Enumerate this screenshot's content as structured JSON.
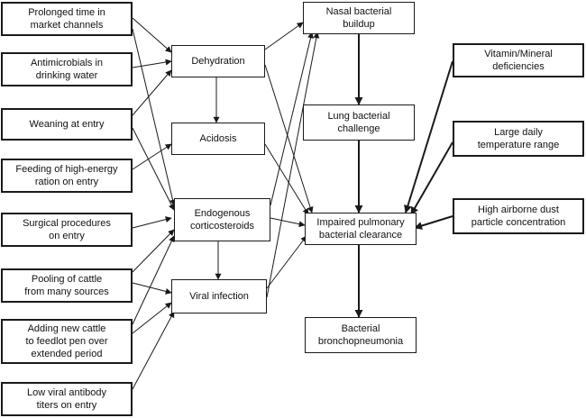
{
  "diagram": {
    "risk_factors": {
      "prolonged_time": "Prolonged time in\nmarket channels",
      "antimicrobials": "Antimicrobials in\ndrinking water",
      "weaning": "Weaning at entry",
      "high_energy_ration": "Feeding of high-energy\nration on entry",
      "surgical": "Surgical procedures\non entry",
      "pooling": "Pooling of cattle\nfrom many sources",
      "adding_cattle": "Adding new cattle\nto feedlot pen over\nextended period",
      "low_antibody": "Low viral antibody\ntiters on entry"
    },
    "intermediate": {
      "dehydration": "Dehydration",
      "acidosis": "Acidosis",
      "corticosteroids": "Endogenous\ncorticosteroids",
      "viral_infection": "Viral infection"
    },
    "central": {
      "nasal_buildup": "Nasal bacterial\nbuildup",
      "lung_challenge": "Lung bacterial\nchallenge",
      "impaired_clearance": "Impaired pulmonary\nbacterial clearance",
      "bronchopneumonia": "Bacterial\nbronchopneumonia"
    },
    "environment": {
      "vitamin_mineral": "Vitamin/Mineral\ndeficiencies",
      "temperature_range": "Large daily\ntemperature range",
      "airborne_dust": "High airborne dust\nparticle concentration"
    }
  }
}
